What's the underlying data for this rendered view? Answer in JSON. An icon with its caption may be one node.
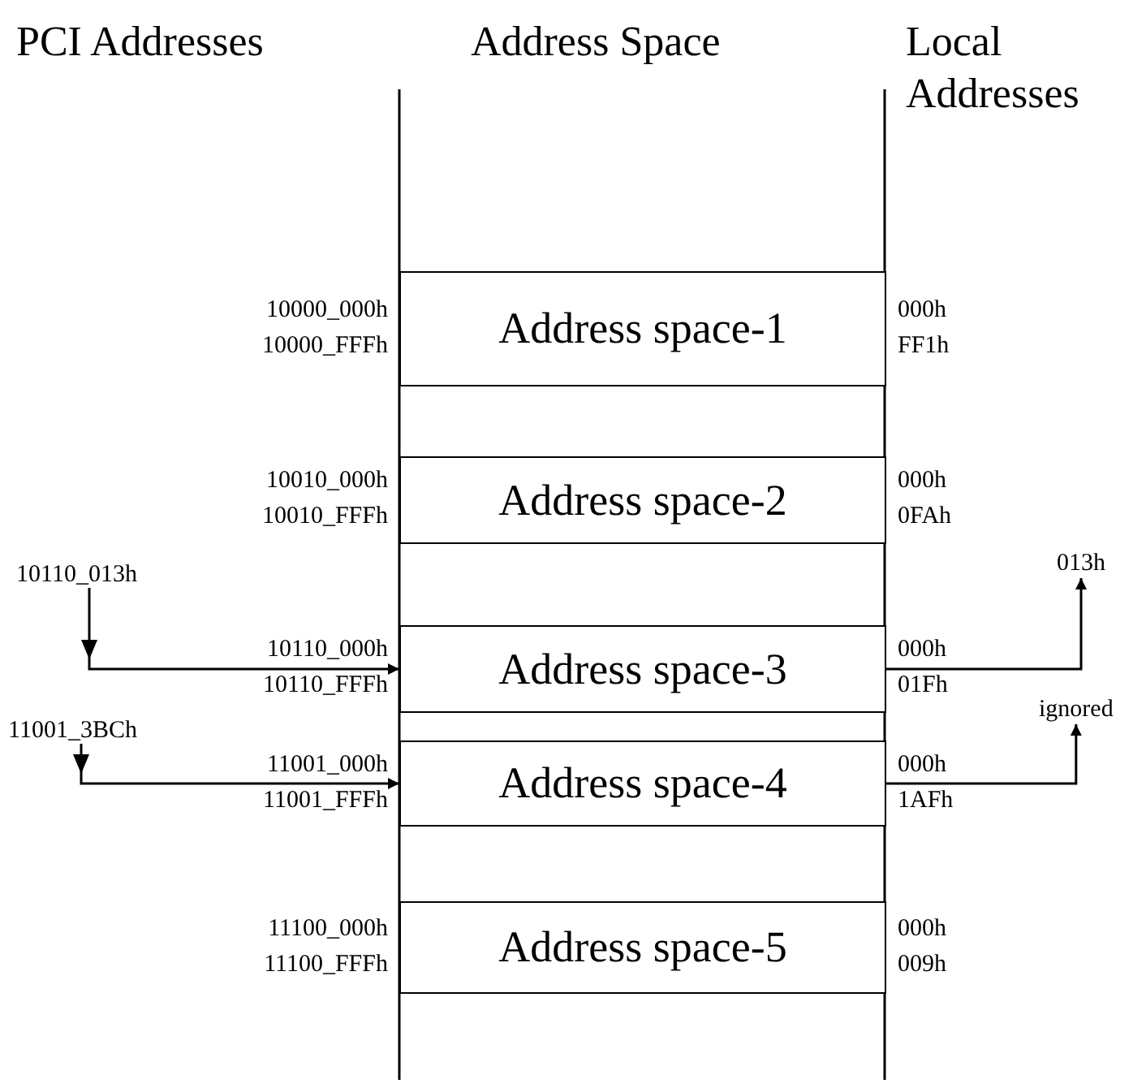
{
  "diagram": {
    "nodes": [
      {
        "text": [
          "Address space-1"
        ],
        "beside": [
          "10000_000h",
          "10000_FFFh",
          "000h",
          "FF1h"
        ]
      },
      {
        "text": [
          "Address space-2"
        ],
        "beside": [
          "10010_000h",
          "10010_FFFh",
          "000h",
          "0FAh"
        ]
      },
      {
        "text": [
          "10110_013h"
        ]
      },
      {
        "text": [
          "013h"
        ]
      },
      {
        "text": [
          "Address space-3"
        ],
        "beside": [
          "10110_000h",
          "10110_FFFh",
          "000h",
          "01Fh"
        ]
      },
      {
        "text": [
          "11001_3BCh"
        ]
      },
      {
        "text": [
          "ignored"
        ]
      },
      {
        "text": [
          "Address space-4"
        ],
        "beside": [
          "11001_000h",
          "11001_FFFh",
          "000h",
          "1AFh"
        ]
      },
      {
        "text": [
          "Address space-5"
        ],
        "beside": [
          "11100_000h",
          "11100_FFFh",
          "000h",
          "009h"
        ]
      }
    ],
    "edges": [
      {
        "from": 2,
        "to": 4,
        "arrow": "to"
      },
      {
        "from": 4,
        "to": 3,
        "arrow": "to"
      },
      {
        "from": 5,
        "to": 7,
        "arrow": "to"
      },
      {
        "from": 7,
        "to": 6,
        "arrow": "to"
      }
    ],
    "labels": [
      "PCI Addresses",
      "Address Space",
      "Local Addresses"
    ]
  }
}
